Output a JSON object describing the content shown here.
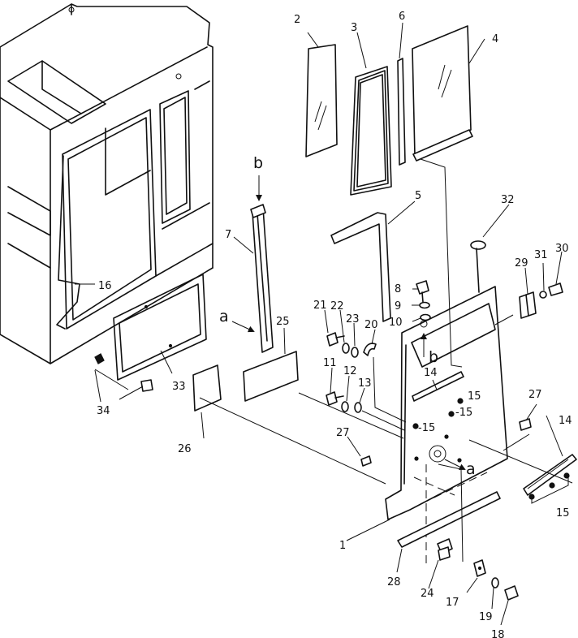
{
  "callouts": {
    "c1": "1",
    "c2": "2",
    "c3": "3",
    "c4": "4",
    "c5": "5",
    "c6": "6",
    "c7": "7",
    "c8": "8",
    "c9": "9",
    "c10": "10",
    "c11": "11",
    "c12": "12",
    "c13": "13",
    "c14a": "14",
    "c14b": "14",
    "c15a": "15",
    "c15b": "-15",
    "c15c": "-15",
    "c15d": "15",
    "c16": "16",
    "c17": "17",
    "c18": "18",
    "c19": "19",
    "c20": "20",
    "c21": "21",
    "c22": "22",
    "c23": "23",
    "c24": "24",
    "c25": "25",
    "c26": "26",
    "c27a": "27",
    "c27b": "27",
    "c28": "28",
    "c29": "29",
    "c30": "30",
    "c31": "31",
    "c32": "32",
    "c33": "33",
    "c34": "34"
  },
  "view_markers": {
    "a_top": "a",
    "a_door": "a",
    "b_top": "b",
    "b_door": "b"
  },
  "icons": [
    "arrow-down-icon",
    "arrow-right-icon",
    "arrow-up-icon"
  ]
}
